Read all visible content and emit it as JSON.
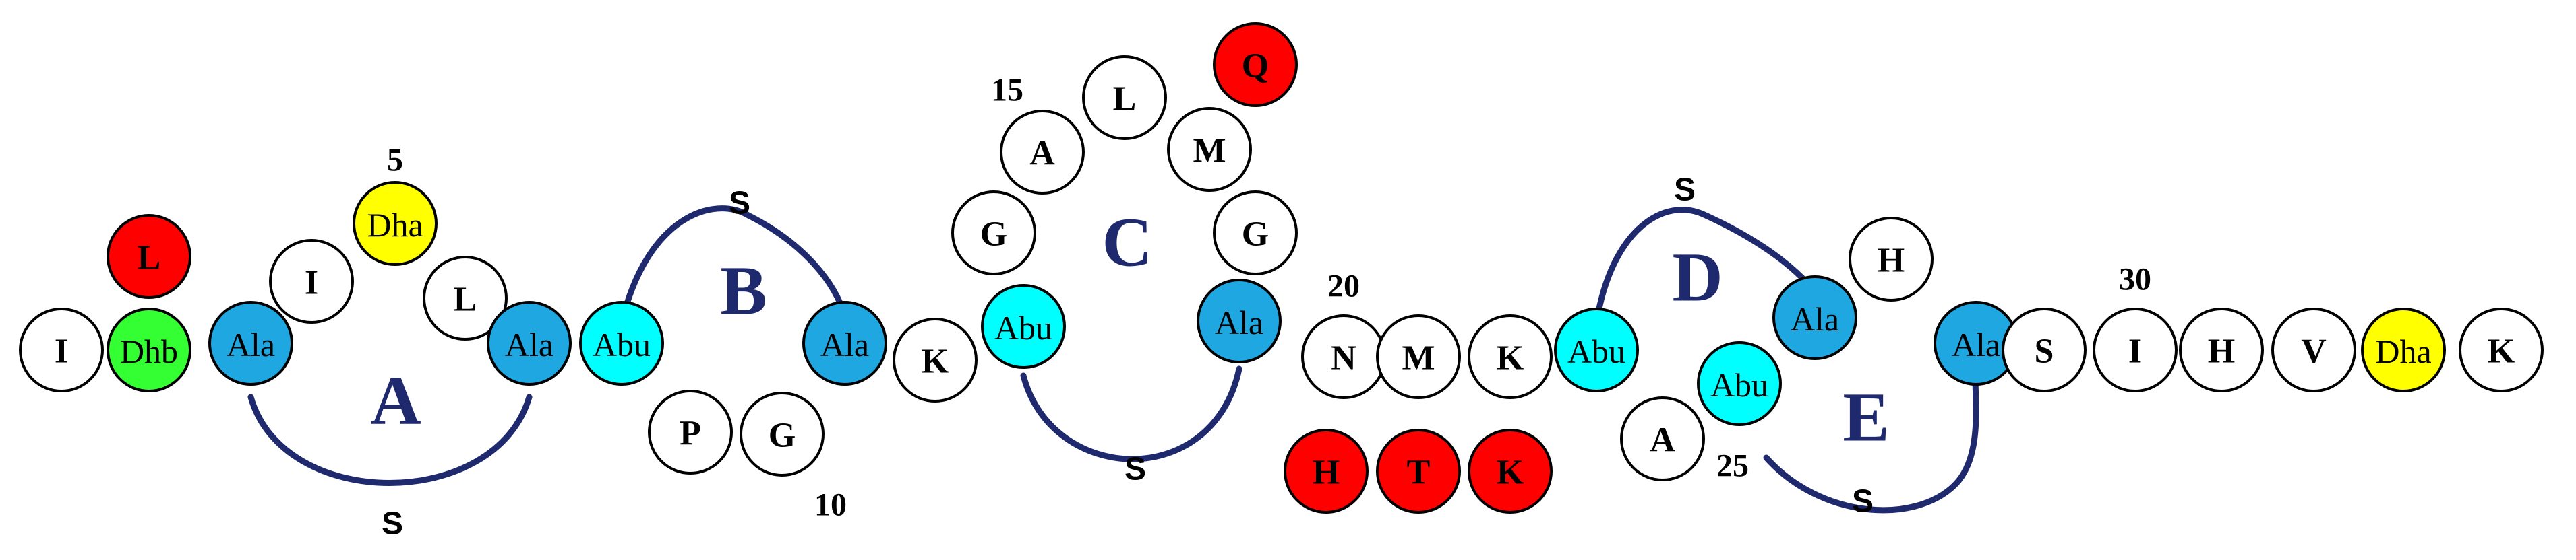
{
  "colors": {
    "ring_line": "#1f2a6e",
    "ring_label": "#1f2a6e",
    "white": "#ffffff",
    "red": "#ff0000",
    "green": "#33ff33",
    "yellow": "#ffff00",
    "ala_blue": "#1ea7e1",
    "abu_cyan": "#00ffff"
  },
  "residues": [
    {
      "label": "I",
      "fill": "white"
    },
    {
      "label": "Dhb",
      "fill": "green"
    },
    {
      "label": "Ala",
      "fill": "ala_blue"
    },
    {
      "label": "I",
      "fill": "white"
    },
    {
      "label": "Dha",
      "fill": "yellow"
    },
    {
      "label": "L",
      "fill": "white"
    },
    {
      "label": "Ala",
      "fill": "ala_blue"
    },
    {
      "label": "Abu",
      "fill": "abu_cyan"
    },
    {
      "label": "P",
      "fill": "white"
    },
    {
      "label": "G",
      "fill": "white"
    },
    {
      "label": "Ala",
      "fill": "ala_blue"
    },
    {
      "label": "K",
      "fill": "white"
    },
    {
      "label": "Abu",
      "fill": "abu_cyan"
    },
    {
      "label": "G",
      "fill": "white"
    },
    {
      "label": "A",
      "fill": "white"
    },
    {
      "label": "L",
      "fill": "white"
    },
    {
      "label": "M",
      "fill": "white"
    },
    {
      "label": "G",
      "fill": "white"
    },
    {
      "label": "Ala",
      "fill": "ala_blue"
    },
    {
      "label": "N",
      "fill": "white"
    },
    {
      "label": "M",
      "fill": "white"
    },
    {
      "label": "K",
      "fill": "white"
    },
    {
      "label": "Abu",
      "fill": "abu_cyan"
    },
    {
      "label": "A",
      "fill": "white"
    },
    {
      "label": "Abu",
      "fill": "abu_cyan"
    },
    {
      "label": "Ala",
      "fill": "ala_blue"
    },
    {
      "label": "H",
      "fill": "white"
    },
    {
      "label": "Ala",
      "fill": "ala_blue"
    },
    {
      "label": "S",
      "fill": "white"
    },
    {
      "label": "I",
      "fill": "white"
    },
    {
      "label": "H",
      "fill": "white"
    },
    {
      "label": "V",
      "fill": "white"
    },
    {
      "label": "Dha",
      "fill": "yellow"
    },
    {
      "label": "K",
      "fill": "white"
    }
  ],
  "variants": [
    {
      "label": "L",
      "fill": "red"
    },
    {
      "label": "Q",
      "fill": "red"
    },
    {
      "label": "H",
      "fill": "red"
    },
    {
      "label": "T",
      "fill": "red"
    },
    {
      "label": "K",
      "fill": "red"
    }
  ],
  "rings": [
    "A",
    "B",
    "C",
    "D",
    "E"
  ],
  "sulfur_label": "S",
  "position_numbers": [
    "5",
    "10",
    "15",
    "20",
    "25",
    "30"
  ]
}
